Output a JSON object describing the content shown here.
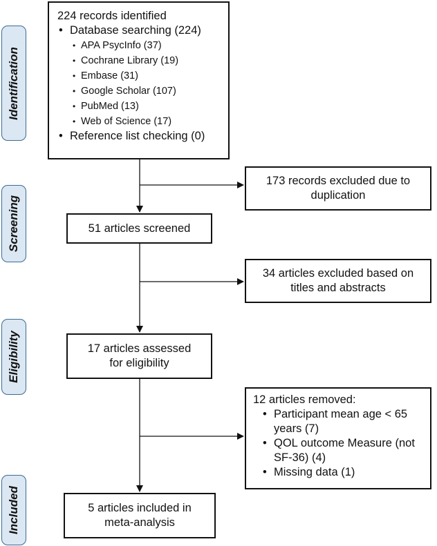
{
  "stages": {
    "identification": "Identification",
    "screening": "Screening",
    "eligibility": "Eligibility",
    "included": "Included"
  },
  "records": {
    "title": "224 records identified",
    "database": "Database searching (224)",
    "sources": [
      "APA PsycInfo (37)",
      "Cochrane Library (19)",
      "Embase (31)",
      "Google Scholar (107)",
      "PubMed (13)",
      "Web of Science (17)"
    ],
    "reference": "Reference list checking (0)"
  },
  "excluded_duplication": {
    "line1": "173 records excluded due to",
    "line2": "duplication"
  },
  "screened": "51 articles screened",
  "excluded_titles": {
    "line1": "34 articles excluded based on",
    "line2": "titles and abstracts"
  },
  "assessed": {
    "line1": "17 articles assessed",
    "line2": "for eligibility"
  },
  "removed": {
    "title": "12 articles removed:",
    "reasons": [
      "Participant mean age < 65 years (7)",
      "QOL outcome Measure (not SF-36) (4)",
      "Missing data (1)"
    ]
  },
  "included_box": {
    "line1": "5 articles included in",
    "line2": "meta-analysis"
  }
}
